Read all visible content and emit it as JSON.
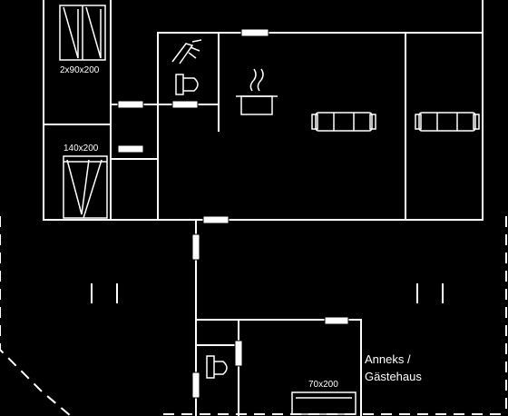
{
  "title": "",
  "labels": {
    "bed_large": "2x90x200",
    "bed_medium": "140x200",
    "bed_small": "70x200",
    "annex_line1": "Anneks /",
    "annex_line2": "Gästehaus"
  },
  "colors": {
    "background": "#000000",
    "lines": "#ffffff"
  },
  "icons": [
    "bed-icon",
    "toilet-icon",
    "shower-icon",
    "stove-pot-icon",
    "sofa-icon"
  ]
}
